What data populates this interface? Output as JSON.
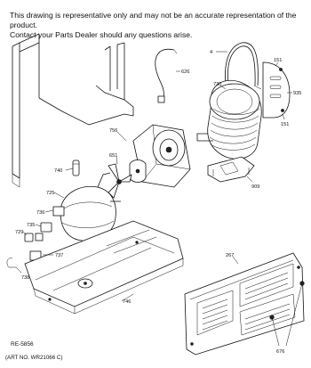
{
  "notice": {
    "line1": "This drawing is representative only and may not be an accurate representation of the product.",
    "line2": "Contact your Parts Dealer should any questions arise."
  },
  "reference": "RE-5856",
  "art_number": "(ART NO. WR21066 C)",
  "callouts": [
    {
      "id": "4",
      "label": "4"
    },
    {
      "id": "626",
      "label": "626"
    },
    {
      "id": "151a",
      "label": "151"
    },
    {
      "id": "730",
      "label": "730"
    },
    {
      "id": "935",
      "label": "935"
    },
    {
      "id": "151b",
      "label": "151"
    },
    {
      "id": "756",
      "label": "756"
    },
    {
      "id": "651",
      "label": "651"
    },
    {
      "id": "740",
      "label": "740"
    },
    {
      "id": "909",
      "label": "909"
    },
    {
      "id": "725",
      "label": "725"
    },
    {
      "id": "736",
      "label": "736"
    },
    {
      "id": "735",
      "label": "735"
    },
    {
      "id": "729",
      "label": "729"
    },
    {
      "id": "737",
      "label": "737"
    },
    {
      "id": "738",
      "label": "738"
    },
    {
      "id": "746",
      "label": "746"
    },
    {
      "id": "267",
      "label": "267"
    },
    {
      "id": "676",
      "label": "676"
    }
  ]
}
